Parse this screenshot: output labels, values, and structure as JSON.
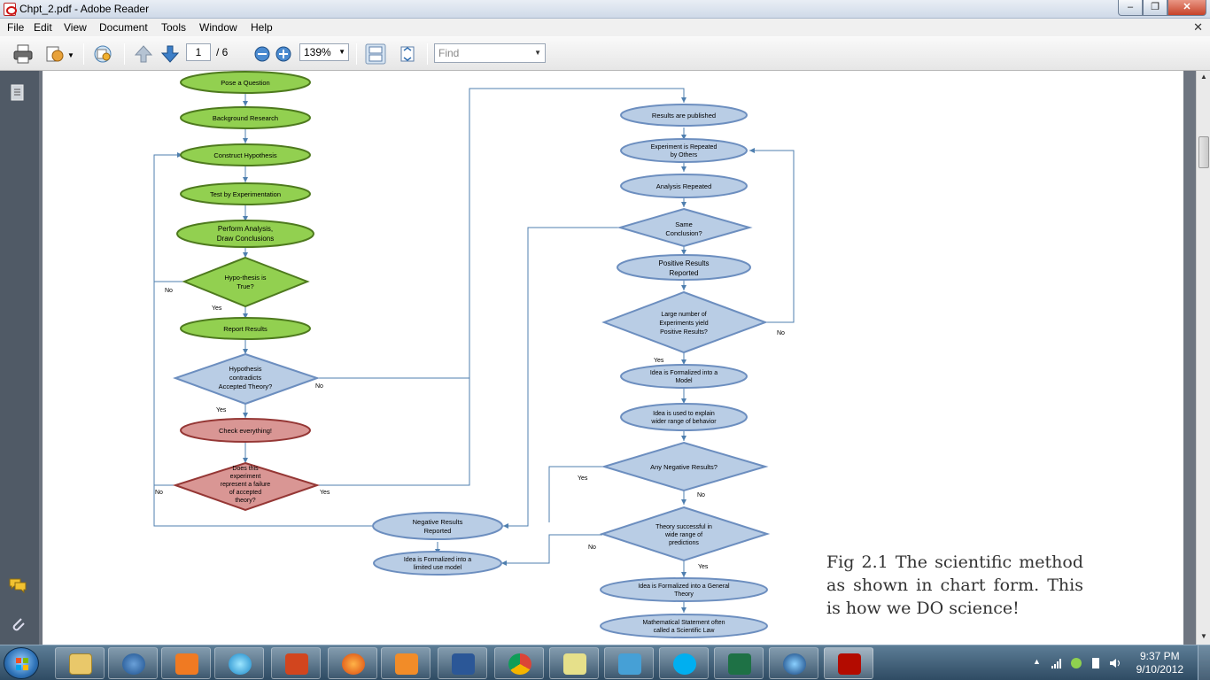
{
  "window": {
    "title": "Chpt_2.pdf - Adobe Reader"
  },
  "menu": [
    "File",
    "Edit",
    "View",
    "Document",
    "Tools",
    "Window",
    "Help"
  ],
  "toolbar": {
    "page_current": "1",
    "page_total": "/ 6",
    "zoom": "139%",
    "find_placeholder": "Find"
  },
  "flowchart": {
    "left": {
      "pose_question": "Pose a Question",
      "background_research": "Background Research",
      "construct_hypothesis": "Construct Hypothesis",
      "test_experimentation": "Test by Experimentation",
      "perform_analysis_1": "Perform Analysis,",
      "perform_analysis_2": "Draw Conclusions",
      "hypothesis_true_1": "Hypo-thesis is",
      "hypothesis_true_2": "True?",
      "report_results": "Report Results",
      "contradicts_1": "Hypothesis",
      "contradicts_2": "contradicts",
      "contradicts_3": "Accepted Theory?",
      "check_everything": "Check everything!",
      "failure_1": "Does this",
      "failure_2": "experiment",
      "failure_3": "represent a failure",
      "failure_4": "of accepted",
      "failure_5": "theory?"
    },
    "middle": {
      "negative_results_1": "Negative Results",
      "negative_results_2": "Reported",
      "limited_model_1": "Idea is Formalized into a",
      "limited_model_2": "limited use model"
    },
    "right": {
      "results_published": "Results are published",
      "repeated_others_1": "Experiment is Repeated",
      "repeated_others_2": "by Others",
      "analysis_repeated": "Analysis Repeated",
      "same_conclusion_1": "Same",
      "same_conclusion_2": "Conclusion?",
      "positive_reported_1": "Positive Results",
      "positive_reported_2": "Reported",
      "large_number_1": "Large number of",
      "large_number_2": "Experiments yield",
      "large_number_3": "Positive Results?",
      "formalized_model_1": "Idea is Formalized into a",
      "formalized_model_2": "Model",
      "wider_range_1": "Idea is used to explain",
      "wider_range_2": "wider range of behavior",
      "any_negative": "Any Negative Results?",
      "theory_successful_1": "Theory successful in",
      "theory_successful_2": "wide range of",
      "theory_successful_3": "predictions",
      "general_theory_1": "Idea is Formalized into a General",
      "general_theory_2": "Theory",
      "scientific_law_1": "Mathematical Statement often",
      "scientific_law_2": "called a Scientific Law"
    },
    "labels": {
      "yes": "Yes",
      "no": "No"
    }
  },
  "caption": "Fig 2.1 The scientific method as shown in chart form. This is how we DO science!",
  "colors": {
    "green_fill": "#92d050",
    "green_stroke": "#4e7a1e",
    "blue_fill": "#b9cde5",
    "blue_stroke": "#6c8ebf",
    "red_fill": "#d99694",
    "red_stroke": "#953735",
    "connector": "#4f7faf"
  },
  "taskbar": {
    "clock_time": "9:37 PM",
    "clock_date": "9/10/2012"
  }
}
